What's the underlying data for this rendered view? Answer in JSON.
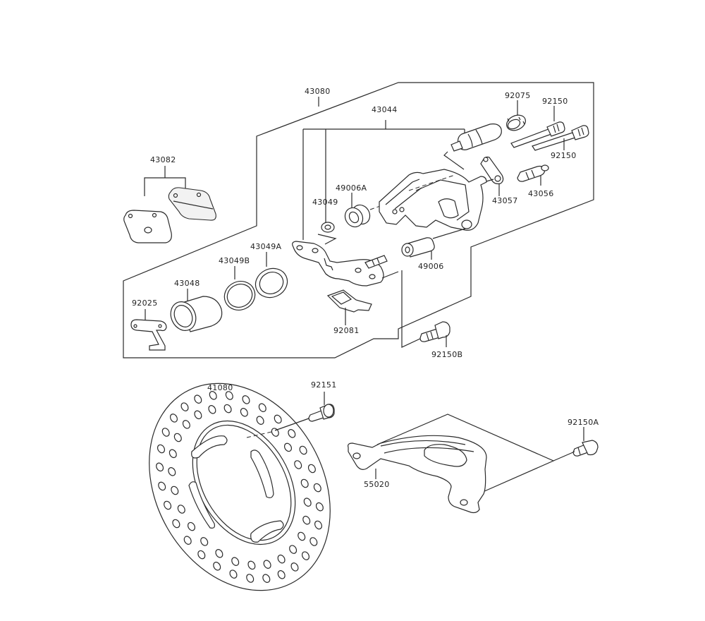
{
  "diagram": {
    "type": "exploded-parts-diagram",
    "subject": "Rear brake caliper and disc assembly",
    "labels": {
      "p43080": "43080",
      "p43082": "43082",
      "p43044": "43044",
      "p92075": "92075",
      "p92150_top": "92150",
      "p92150_low": "92150",
      "p49006A": "49006A",
      "p43049": "43049",
      "p43057": "43057",
      "p43056": "43056",
      "p43049A": "43049A",
      "p43049B": "43049B",
      "p43048": "43048",
      "p92025": "92025",
      "p49006": "49006",
      "p92081": "92081",
      "p92150B": "92150B",
      "p41080": "41080",
      "p92151": "92151",
      "p92150A": "92150A",
      "p55020": "55020"
    }
  }
}
